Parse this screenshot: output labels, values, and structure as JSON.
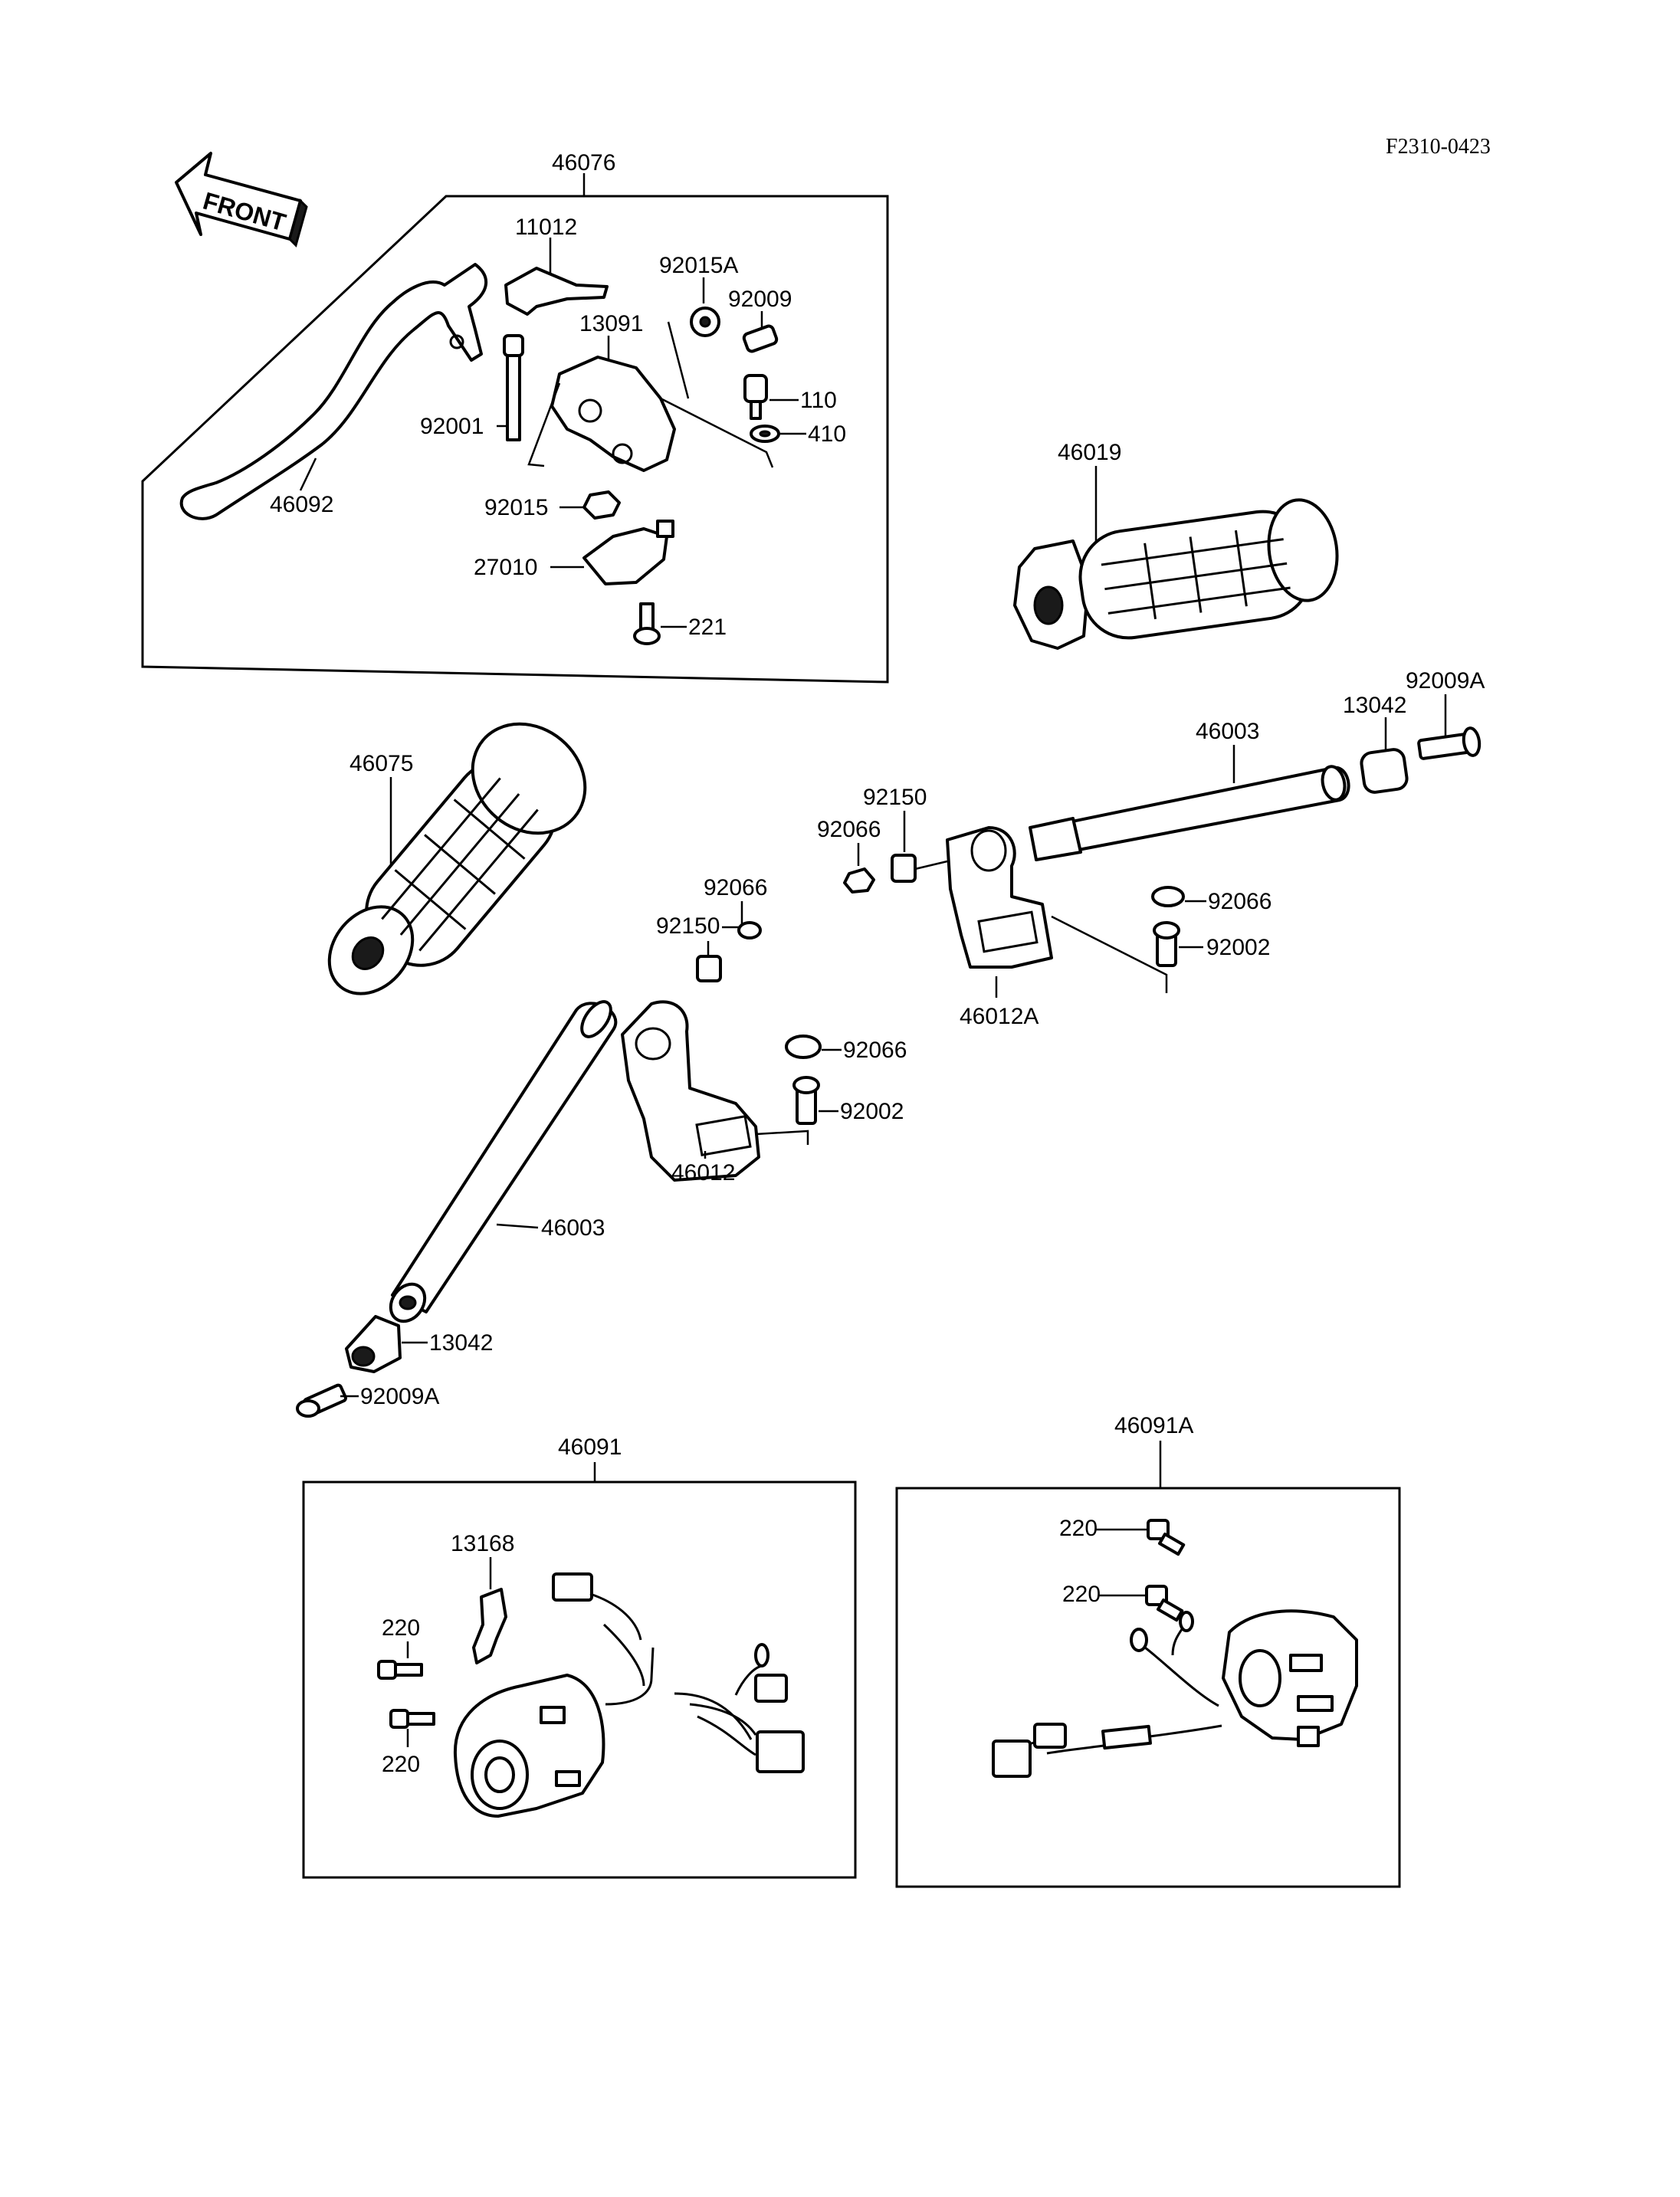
{
  "ref_code": "F2310-0423",
  "front_label": "FRONT",
  "labels": {
    "p46076": "46076",
    "p11012": "11012",
    "p92015A": "92015A",
    "p92009": "92009",
    "p13091": "13091",
    "p110": "110",
    "p92001": "92001",
    "p410": "410",
    "p46092": "46092",
    "p92015": "92015",
    "p27010": "27010",
    "p221": "221",
    "p46019": "46019",
    "p92009A_r": "92009A",
    "p13042_r": "13042",
    "p46003_r": "46003",
    "p46075": "46075",
    "p92150_r": "92150",
    "p92066_r1": "92066",
    "p92066_r2": "92066",
    "p92002_r": "92002",
    "p46012A": "46012A",
    "p92066_l1": "92066",
    "p92150_l": "92150",
    "p92066_l2": "92066",
    "p92002_l": "92002",
    "p46012": "46012",
    "p46003_l": "46003",
    "p13042_l": "13042",
    "p92009A_l": "92009A",
    "p46091": "46091",
    "p13168": "13168",
    "p220_a": "220",
    "p220_b": "220",
    "p46091A": "46091A",
    "p220_c": "220",
    "p220_d": "220"
  }
}
